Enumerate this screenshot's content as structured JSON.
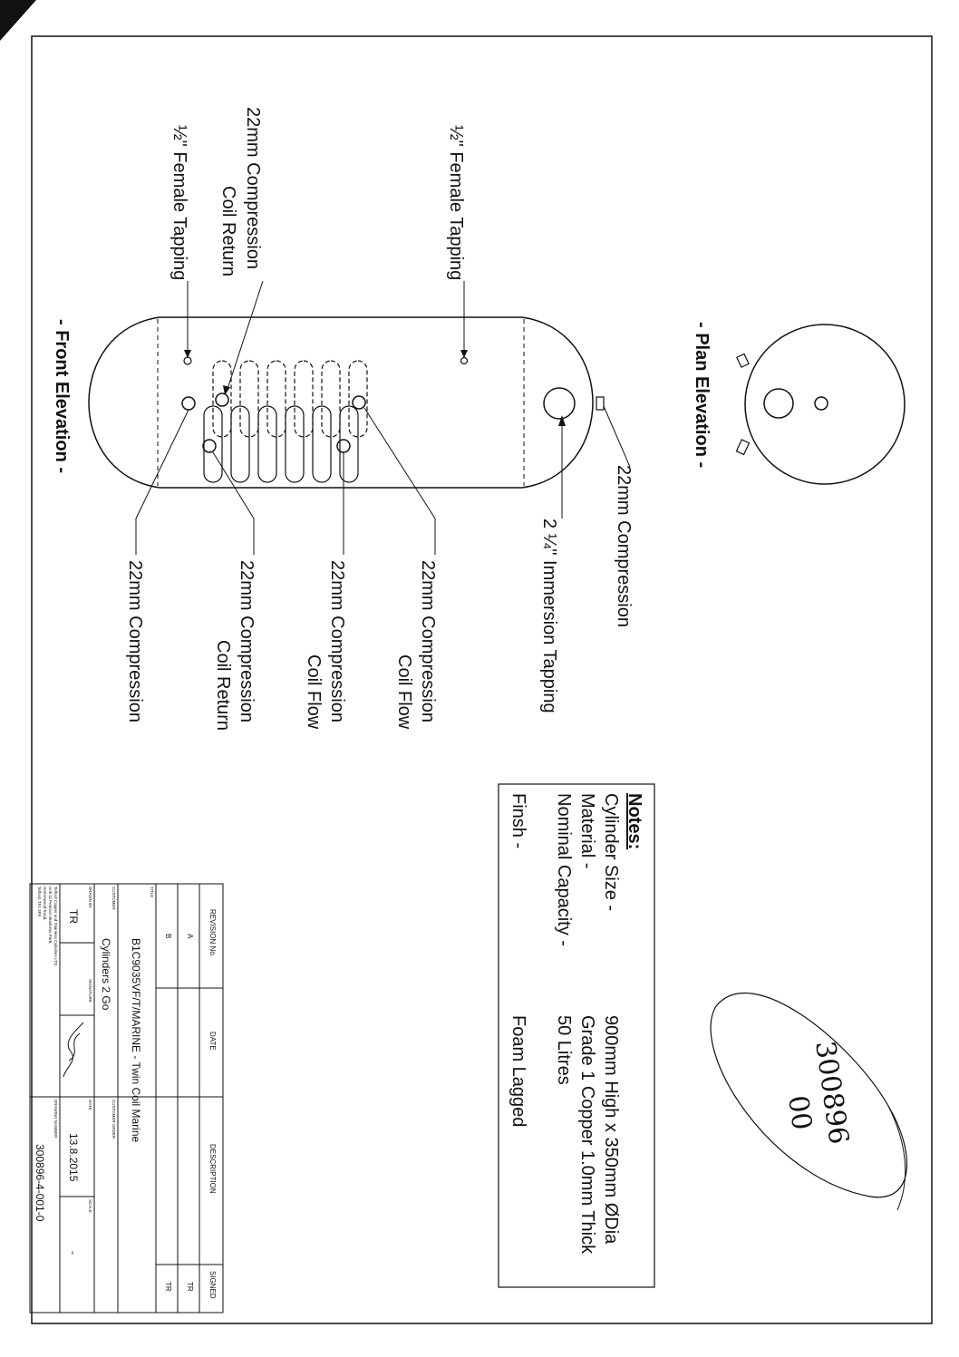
{
  "plan": {
    "title": "- Plan Elevation -",
    "label_compression": "22mm Compression",
    "label_immersion": "2 ¼\" Immersion Tapping"
  },
  "front": {
    "title": "- Front Elevation -",
    "label_top_tapping": "½\" Female Tapping",
    "label_coil_return_top_a": "22mm Compression",
    "label_coil_return_top_b": "Coil Return",
    "label_bottom_tapping": "½\" Female Tapping",
    "label_coil_flow_1a": "22mm Compression",
    "label_coil_flow_1b": "Coil Flow",
    "label_coil_flow_2a": "22mm Compression",
    "label_coil_flow_2b": "Coil Flow",
    "label_coil_return_a": "22mm Compression",
    "label_coil_return_b": "Coil Return",
    "label_compression": "22mm Compression"
  },
  "notes": {
    "heading": "Notes:",
    "rows": [
      {
        "key": "Cylinder Size -",
        "value": "900mm High x 350mm ØDia"
      },
      {
        "key": "Material -",
        "value": "Grade 1 Copper 1.0mm Thick"
      },
      {
        "key": "Nominal Capacity -",
        "value": "50 Litres"
      },
      {
        "key": "Finsh -",
        "value": "Foam Lagged"
      }
    ]
  },
  "handwritten": {
    "line1": "300896",
    "line2": "00"
  },
  "title_block": {
    "h_revision": "REVISION No.",
    "h_date": "DATE",
    "h_description": "DESCRIPTION",
    "h_signed": "SIGNED",
    "rev_a": "A",
    "rev_a_signed": "TR",
    "rev_b": "B",
    "rev_b_signed": "TR",
    "h_title": "TITLE",
    "title": "B1C9035VF/T/MARINE - Twin Coil Marine",
    "h_customer": "CUSTOMER",
    "customer": "Cylinders 2 Go",
    "h_customer_order": "CUSTOMER ORDER",
    "h_drawn_by": "DRAWN BY",
    "drawn_by": "TR",
    "h_signature": "SIGNATURE",
    "h_date2": "DATE",
    "date": "13.8.2015",
    "h_scale": "SCALE",
    "scale": "-",
    "h_drawing_number": "DRAWING NUMBER",
    "drawing_number": "300896-4-001-0",
    "company_1": "Telford Copper and Stainless Cylinders LTD.",
    "company_2": "Unit 11 Pearson Business Park,",
    "company_3": "Hortonwood Road,",
    "company_4": "Telford, TF1 3FE"
  }
}
